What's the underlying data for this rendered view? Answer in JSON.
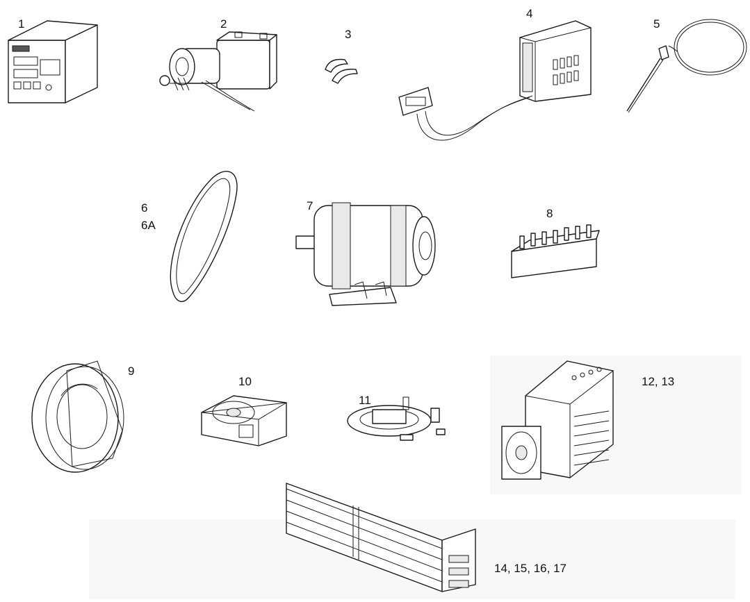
{
  "labels": {
    "p1": "1",
    "p2": "2",
    "p3": "3",
    "p4": "4",
    "p5": "5",
    "p6": "6",
    "p6a": "6A",
    "p7": "7",
    "p8": "8",
    "p9": "9",
    "p10": "10",
    "p11": "11",
    "p12_13": "12, 13",
    "p14_17": "14, 15, 16, 17"
  }
}
